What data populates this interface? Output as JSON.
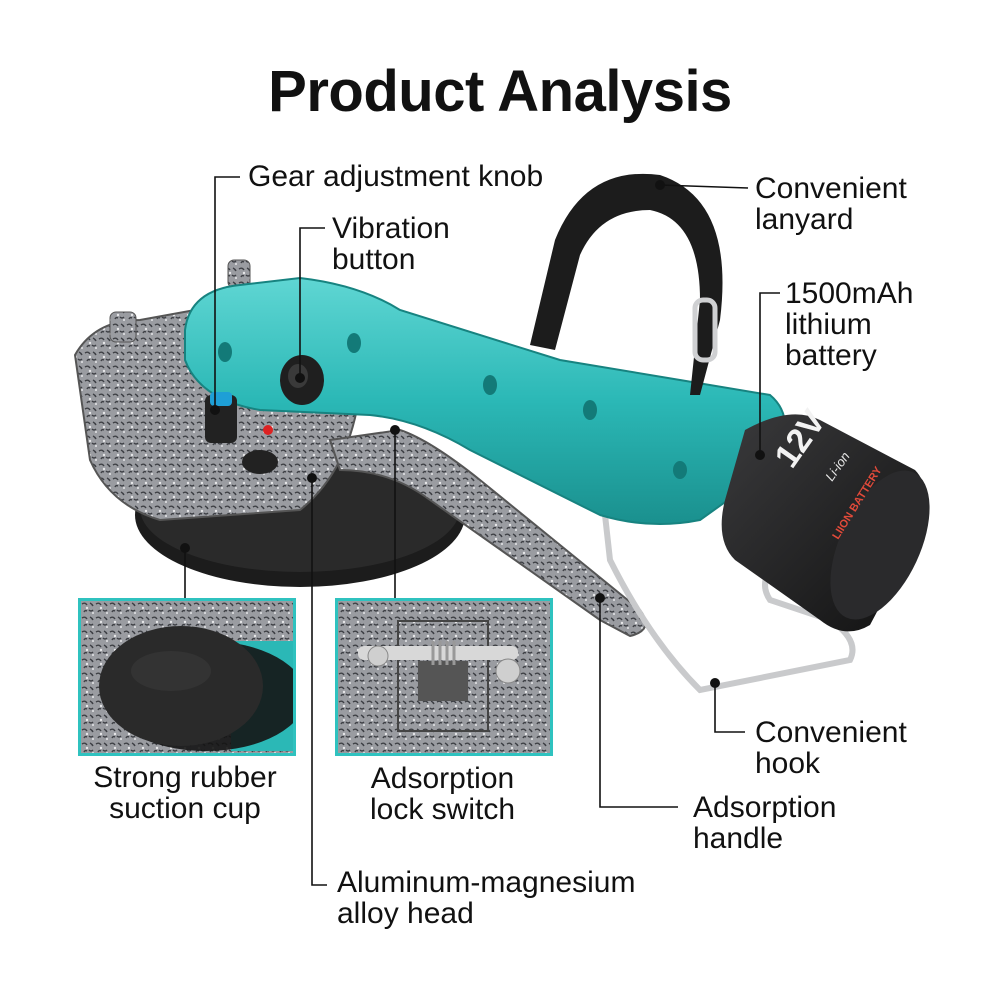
{
  "title": "Product Analysis",
  "labels": {
    "gear_knob": "Gear adjustment knob",
    "vibration_button": "Vibration\nbutton",
    "lanyard": "Convenient\nlanyard",
    "battery": "1500mAh\nlithium\nbattery",
    "suction_cup": "Strong rubber\nsuction cup",
    "lock_switch": "Adsorption\nlock switch",
    "hook": "Convenient\nhook",
    "handle": "Adsorption\nhandle",
    "alloy_head": "Aluminum-magnesium\nalloy head"
  },
  "battery_marks": {
    "voltage": "12V",
    "chemistry": "Li-ion",
    "battery_text": "LIION BATTERY"
  },
  "colors": {
    "teal": "#2bb8b6",
    "teal_dark": "#1f9d9b",
    "metal": "#8f9196",
    "rubber": "#1c1c1c",
    "inset_border": "#2fc2bf",
    "leader": "#111111"
  }
}
